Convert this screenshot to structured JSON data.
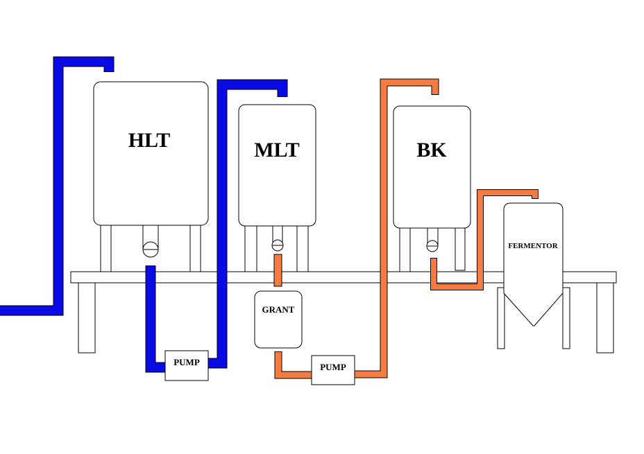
{
  "colors": {
    "cold_pipe": "#0a0ae6",
    "hot_pipe": "#f47c42",
    "outline": "#000000"
  },
  "vessels": {
    "hlt": "HLT",
    "mlt": "MLT",
    "bk": "BK",
    "fermentor": "FERMENTOR",
    "grant": "GRANT"
  },
  "pumps": [
    "PUMP",
    "PUMP"
  ]
}
